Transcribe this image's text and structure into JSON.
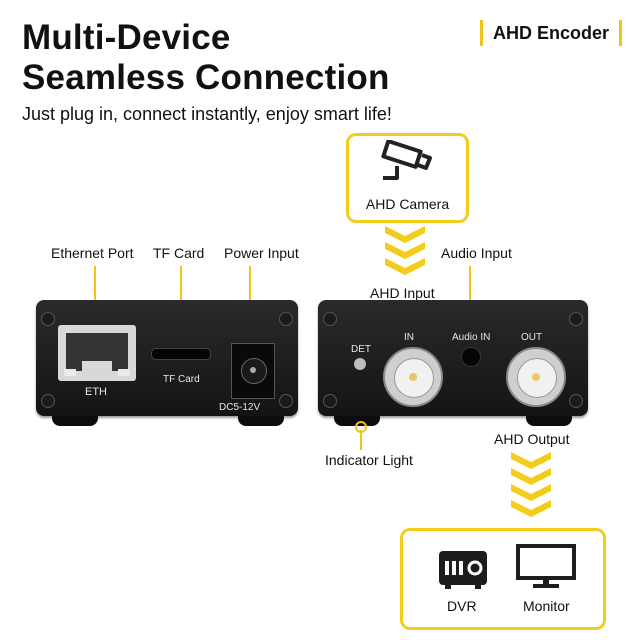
{
  "headline": {
    "line1": "Multi-Device",
    "line2": "Seamless Connection"
  },
  "tagline": "Just plug in, connect instantly, enjoy smart life!",
  "badge": "AHD Encoder",
  "camera": {
    "label": "AHD Camera",
    "icon": "cctv-camera-icon"
  },
  "left_device": {
    "callouts": {
      "ethernet": "Ethernet Port",
      "tf_card": "TF Card",
      "power": "Power Input"
    },
    "panel": {
      "eth": "ETH",
      "tf": "TF Card",
      "dc": "DC5-12V"
    }
  },
  "right_device": {
    "callouts": {
      "ahd_input": "AHD Input",
      "audio_input": "Audio Input",
      "indicator": "Indicator Light",
      "ahd_output": "AHD Output"
    },
    "panel": {
      "det": "DET",
      "in": "IN",
      "audio_in": "Audio IN",
      "out": "OUT"
    }
  },
  "outputs": {
    "dvr": "DVR",
    "monitor": "Monitor"
  },
  "colors": {
    "accent": "#f2c318",
    "device": "#1e1e1e",
    "text": "#111111"
  }
}
